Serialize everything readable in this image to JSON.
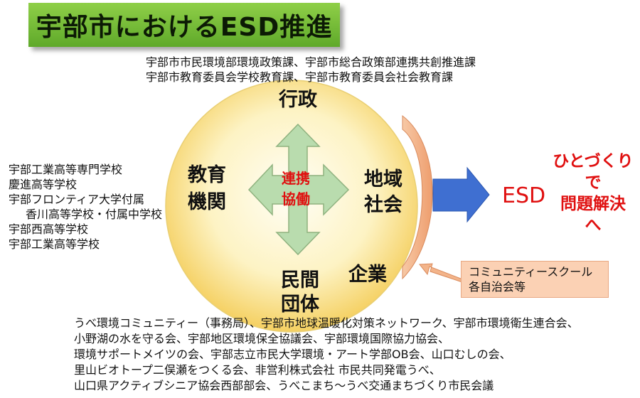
{
  "title": "宇部市におけるESD推進",
  "admin_depts": [
    "宇部市市民環境部環境政策課、宇部市総合政策部連携共創推進課",
    "宇部市教育委員会学校教育課、宇部市教育委員会社会教育課"
  ],
  "node_gyosei": "行政",
  "node_kyoiku": [
    "教育",
    "機関"
  ],
  "node_chiiki": [
    "地域",
    "社会"
  ],
  "node_kigyo": "企業",
  "node_minkan": [
    "民間",
    "団体"
  ],
  "center_label": [
    "連携",
    "協働"
  ],
  "schools": [
    "宇部工業高等専門学校",
    "慶進高等学校",
    "宇部フロンティア大学付属",
    "香川高等学校・付属中学校",
    "宇部西高等学校",
    "宇部工業高等学校"
  ],
  "esd_label": "ESD",
  "outcome": [
    "ひとづくり",
    "で",
    "問題解決",
    "へ"
  ],
  "community_box": [
    "コミュニティースクール",
    "各自治会等"
  ],
  "orgs": [
    "うべ環境コミュニティー（事務局）、宇部市地球温暖化対策ネットワーク、宇部市環境衛生連合会、",
    "小野湖の水を守る会、宇部地区環境保全協議会、宇部環境国際協力協会、",
    "環境サポートメイツの会、宇部志立市民大学環境・アート学部OB会、山口むしの会、",
    "里山ビオトープ二俣瀬をつくる会、非営利株式会社 市民共同発電うべ、",
    "山口県アクティブシニア協会西部部会、うべこまち〜うべ交通まちづくり市民会議"
  ],
  "colors": {
    "title_bg": "#6cb533",
    "circle_center": "#fffef4",
    "circle_edge": "#f2c84a",
    "arrow_green": "#b9dcae",
    "arrow_blue": "#3f6fd1",
    "bracket": "#f3b48a",
    "accent_red": "#e01010"
  }
}
